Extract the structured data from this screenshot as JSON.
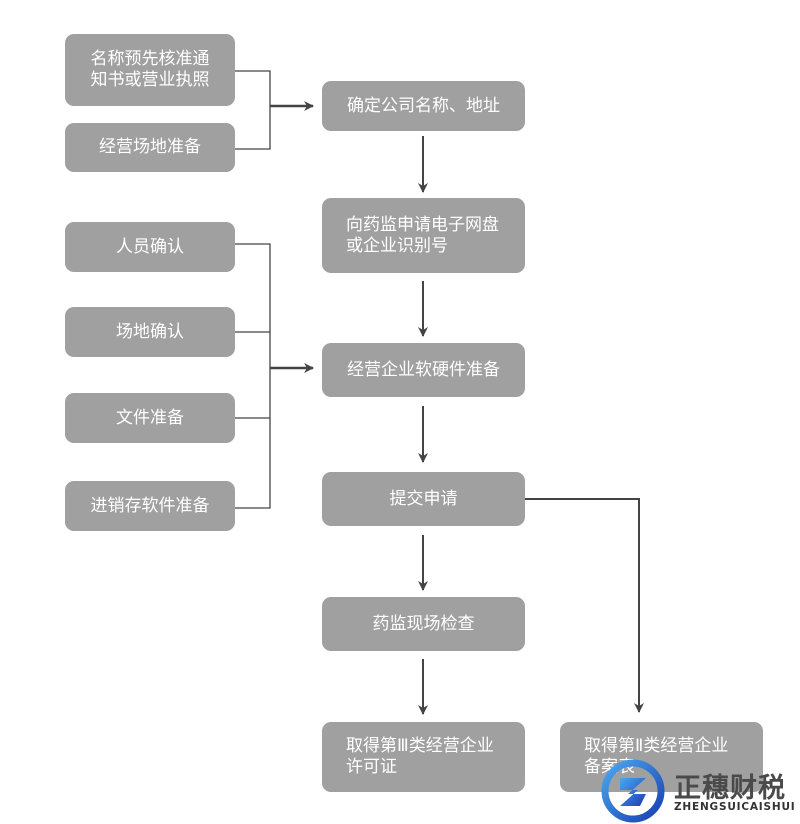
{
  "diagram": {
    "type": "flowchart",
    "colors": {
      "box_fill": "#a0a0a0",
      "box_text": "#ffffff",
      "line": "#444444"
    },
    "left_group_1": [
      {
        "id": "name-notice",
        "label": "名称预先核准通\n知书或营业执照"
      },
      {
        "id": "site-prep",
        "label": "经营场地准备"
      }
    ],
    "left_group_2": [
      {
        "id": "staff-confirm",
        "label": "人员确认"
      },
      {
        "id": "site-confirm",
        "label": "场地确认"
      },
      {
        "id": "document-prep",
        "label": "文件准备"
      },
      {
        "id": "inventory-software-prep",
        "label": "进销存软件准备"
      }
    ],
    "main_flow": [
      {
        "id": "confirm-name-address",
        "label": "确定公司名称、地址"
      },
      {
        "id": "apply-usb-key",
        "label": "向药监申请电子网盘\n或企业识别号"
      },
      {
        "id": "hardware-software-prep",
        "label": "经营企业软硬件准备"
      },
      {
        "id": "submit-application",
        "label": "提交申请"
      },
      {
        "id": "onsite-inspection",
        "label": "药监现场检查"
      },
      {
        "id": "class3-license",
        "label": "取得第Ⅲ类经营企业\n许可证"
      }
    ],
    "branch": [
      {
        "id": "class2-record",
        "label": "取得第Ⅱ类经营企业\n备案表"
      }
    ],
    "edges": [
      {
        "from": "left_group_1",
        "to": "confirm-name-address"
      },
      {
        "from": "confirm-name-address",
        "to": "apply-usb-key"
      },
      {
        "from": "apply-usb-key",
        "to": "hardware-software-prep"
      },
      {
        "from": "left_group_2",
        "to": "hardware-software-prep"
      },
      {
        "from": "hardware-software-prep",
        "to": "submit-application"
      },
      {
        "from": "submit-application",
        "to": "onsite-inspection"
      },
      {
        "from": "onsite-inspection",
        "to": "class3-license"
      },
      {
        "from": "submit-application",
        "to": "class2-record"
      }
    ]
  },
  "watermark": {
    "name": "正穗财税",
    "pinyin": "ZHENGSUICAISHUI",
    "icon": "logo-z-circle-icon"
  }
}
